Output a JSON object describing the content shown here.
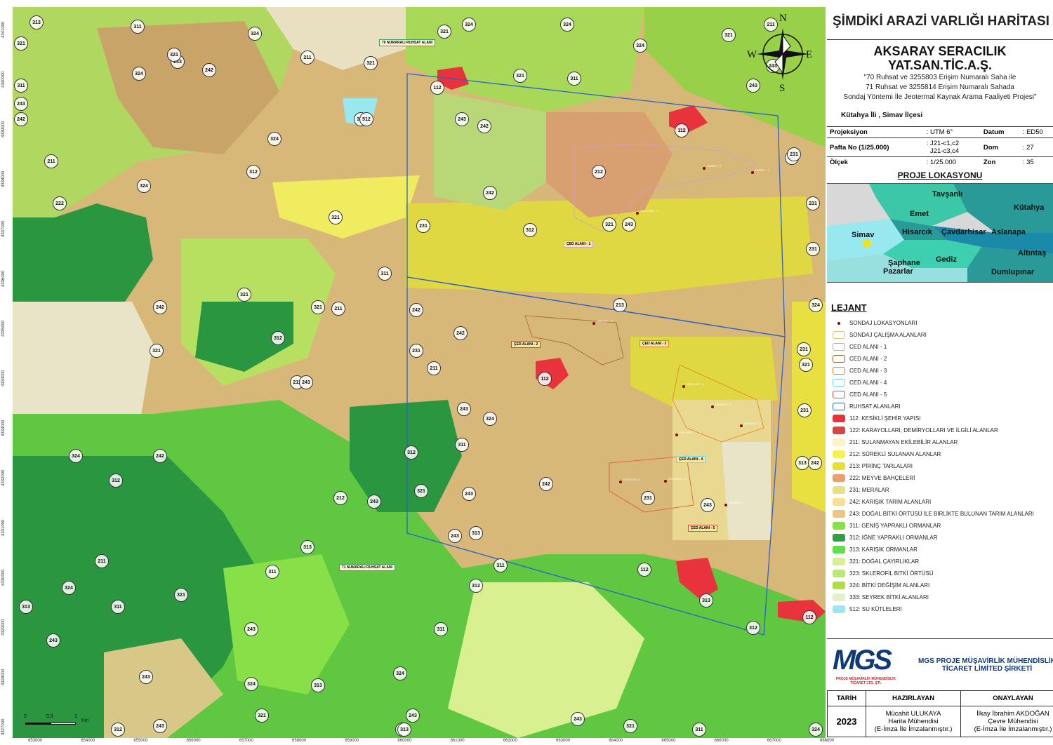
{
  "title": "ŞİMDİKİ ARAZİ VARLIĞI HARİTASI",
  "company": {
    "line1": "AKSARAY SERACILIK",
    "line2": "YAT.SAN.TİC.A.Ş."
  },
  "project": {
    "line1": "\"70 Ruhsat ve 3255803 Erişim Numaralı Saha ile",
    "line2": "71 Ruhsat ve 3255814 Erişim Numaralı Sahada",
    "line3": "Sondaj  Yöntemi İle Jeotermal Kaynak Arama Faaliyeti Projesi\""
  },
  "location": "Kütahya İli , Simav İlçesi",
  "info": {
    "projeksiyon_label": "Projeksiyon",
    "projeksiyon_value": ": UTM 6°",
    "datum_label": "Datum",
    "datum_value": ":   ED50",
    "pafta_label": "Pafta No (1/25.000)",
    "pafta_value1": "J21-c1,c2",
    "pafta_value2": "J21-c3,c4",
    "dom_label": "Dom",
    "dom_value": ":   27",
    "olcek_label": "Ölçek",
    "olcek_value": ": 1/25.000",
    "zon_label": "Zon",
    "zon_value": ":   35"
  },
  "proje_lokasyonu": "PROJE LOKASYONU",
  "locmap_labels": [
    "Tavşanlı",
    "Emet",
    "Kütahya",
    "Simav",
    "Hisarcık",
    "Çavdarhisar",
    "Aslanapa",
    "Altıntaş",
    "Şaphane",
    "Gediz",
    "Pazarlar",
    "Dumlupınar"
  ],
  "legend_title": "LEJANT",
  "legend": [
    {
      "label": "SONDAJ LOKASYONLARI",
      "color": "#7a0a0a",
      "kind": "point"
    },
    {
      "label": "SONDAJ ÇALIŞMA ALANLARI",
      "color": "#e8c070",
      "kind": "outline"
    },
    {
      "label": "CED ALANI - 1",
      "color": "#c7a0d8",
      "kind": "outline"
    },
    {
      "label": "CED ALANI - 2",
      "color": "#a0622a",
      "kind": "outline"
    },
    {
      "label": "CED ALANI - 3",
      "color": "#e08020",
      "kind": "outline"
    },
    {
      "label": "CED ALANI - 4",
      "color": "#70d8e8",
      "kind": "outline"
    },
    {
      "label": "CED ALANI - 5",
      "color": "#e05030",
      "kind": "outline"
    },
    {
      "label": "RUHSAT ALANLARI",
      "color": "#2a62c8",
      "kind": "outline"
    },
    {
      "label": "112: KESİKLİ ŞEHİR YAPISI",
      "color": "#e8323c",
      "kind": "fill"
    },
    {
      "label": "122: KARAYOLLARI, DEMİRYOLLARI VE İLGİLİ ALANLAR",
      "color": "#d04848",
      "kind": "fill"
    },
    {
      "label": "211: SULANMAYAN EKİLEBİLİR ALANLAR",
      "color": "#fdf5c0",
      "kind": "fill"
    },
    {
      "label": "212: SÜREKLİ SULANAN ALANLAR",
      "color": "#f8f050",
      "kind": "fill"
    },
    {
      "label": "213: PİRİNÇ TARLALARI",
      "color": "#e8e030",
      "kind": "fill"
    },
    {
      "label": "222: MEYVE BAHÇELERİ",
      "color": "#e8a070",
      "kind": "fill"
    },
    {
      "label": "231: MERALAR",
      "color": "#e8e080",
      "kind": "fill"
    },
    {
      "label": "242: KARIŞIK TARIM ALANLARI",
      "color": "#f8e090",
      "kind": "fill"
    },
    {
      "label": "243: DOĞAL BİTKİ ÖRTÜSÜ İLE BİRLİKTE BULUNAN TARIM ALANLARI",
      "color": "#e8c880",
      "kind": "fill"
    },
    {
      "label": "311: GENİŞ YAPRAKLI ORMANLAR",
      "color": "#88e048",
      "kind": "fill"
    },
    {
      "label": "312: İĞNE YAPRAKLI ORMANLAR",
      "color": "#30a040",
      "kind": "fill"
    },
    {
      "label": "313: KARIŞIK ORMANLAR",
      "color": "#60e048",
      "kind": "fill"
    },
    {
      "label": "321: DOĞAL ÇAYIRLIKLAR",
      "color": "#d8f090",
      "kind": "fill"
    },
    {
      "label": "323: SKLEROFİL BİTKİ ÖRTÜSÜ",
      "color": "#b8e878",
      "kind": "fill"
    },
    {
      "label": "324: BİTKİ DEĞİŞİM ALANLARI",
      "color": "#b0e040",
      "kind": "fill"
    },
    {
      "label": "333: SEYREK BİTKİ ALANLARI",
      "color": "#e0f0c8",
      "kind": "fill"
    },
    {
      "label": "512: SU KÜTLELERİ",
      "color": "#98e8f0",
      "kind": "fill"
    }
  ],
  "logo": {
    "mark": "MGS",
    "sub": "PROJE MÜŞAVİRLİK MÜHENDİSLİK TİCARET LTD. ŞTİ.",
    "name1": "MGS PROJE MÜŞAVİRLİK MÜHENDİSLİK",
    "name2": "TİCARET LİMİTED ŞİRKETİ"
  },
  "signatures": {
    "h_tarih": "TARİH",
    "h_hazirlayan": "HAZIRLAYAN",
    "h_onaylayan": "ONAYLAYAN",
    "year": "2023",
    "hz1": "Mücahit ULUKAYA",
    "hz2": "Harita Mühendisi",
    "hz3": "(E-İmza İle İmzalanmıştır.)",
    "on1": "İlkay İbrahim AKDOĞAN",
    "on2": "Çevre Mühendisi",
    "on3": "(E-İmza İle İmzalanmıştır.)"
  },
  "map": {
    "tags": [
      "70 NUMARALI RUHSAT ALANI",
      "71 NUMARALI RUHSAT ALANI",
      "ÇED ALANI - 1",
      "ÇED ALANI - 2",
      "ÇED ALANI - 3",
      "ÇED ALANI - 4",
      "ÇED ALANI - 5"
    ],
    "points": [
      "GÜNEY - 2",
      "GÜNEY - 1",
      "SAVCILAR - 1",
      "GÖLKÖY - 2",
      "ÖREYLER - 2",
      "DEMİRCİ - 3",
      "DEMİRCİ - 2",
      "KSD 2011-7",
      "ÖREYLER - 1",
      "ÖREYLER - 3",
      "DEMİRCİ - 1"
    ],
    "codes": [
      "313",
      "311",
      "321",
      "243",
      "324",
      "311",
      "321",
      "324",
      "211",
      "321",
      "324",
      "242",
      "321",
      "324",
      "243",
      "242",
      "321",
      "211",
      "112",
      "311",
      "324",
      "313",
      "321",
      "243",
      "512",
      "242",
      "243",
      "112",
      "324",
      "243",
      "321",
      "211",
      "312",
      "324",
      "222",
      "212",
      "321",
      "231",
      "242",
      "231",
      "231",
      "312",
      "321",
      "231",
      "243",
      "311",
      "321",
      "242",
      "321",
      "211",
      "242",
      "242",
      "213",
      "231",
      "211",
      "324",
      "312",
      "321",
      "211",
      "231",
      "112",
      "231",
      "243",
      "321",
      "243",
      "324",
      "312",
      "311",
      "324",
      "242",
      "313",
      "312",
      "242",
      "212",
      "321",
      "243",
      "243",
      "242",
      "231",
      "243",
      "243",
      "313",
      "313",
      "211",
      "311",
      "311",
      "324",
      "112",
      "313",
      "321",
      "311",
      "313",
      "312",
      "243",
      "112",
      "311",
      "312",
      "243",
      "324",
      "243",
      "313",
      "243",
      "324",
      "321",
      "243",
      "324",
      "311",
      "312",
      "243",
      "321",
      "324",
      "313"
    ],
    "ticks_x": [
      "653000",
      "654000",
      "655000",
      "656000",
      "657000",
      "658000",
      "659000",
      "660000",
      "661000",
      "662000",
      "663000",
      "664000",
      "665000",
      "666000",
      "667000",
      "668000"
    ],
    "ticks_y": [
      "4341000",
      "4340000",
      "4339000",
      "4338000",
      "4337000",
      "4336000",
      "4335000",
      "4334000",
      "4333000",
      "4332000",
      "4331000",
      "4330000",
      "4329000",
      "4328000",
      "4327000"
    ],
    "scale": {
      "z": "0",
      "a": "0,5",
      "b": "1",
      "unit": "Km"
    },
    "north": {
      "n": "N",
      "s": "S",
      "e": "E",
      "w": "W"
    }
  }
}
